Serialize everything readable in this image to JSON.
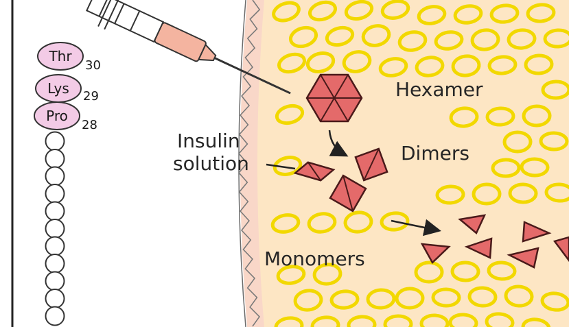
{
  "labels": {
    "hexamer": "Hexamer",
    "dimers": "Dimers",
    "insulin_line1": "Insulin",
    "insulin_line2": "solution",
    "monomers": "Monomers"
  },
  "residues": [
    {
      "name": "Thr",
      "number": "30"
    },
    {
      "name": "Lys",
      "number": "29"
    },
    {
      "name": "Pro",
      "number": "28"
    }
  ],
  "colors": {
    "tissue": "#fde6c4",
    "fat_cell": "#f2d800",
    "membrane_band": "#f9d7c8",
    "insulin_fill": "#e46a6a",
    "insulin_stroke": "#4a1a1a",
    "residue_fill": "#f3cbe6",
    "syringe_fill": "#f4b4a0"
  },
  "icons": {
    "syringe": "syringe-icon",
    "hexamer": "hexamer-icon",
    "dimer": "dimer-icon",
    "monomer": "monomer-icon"
  }
}
